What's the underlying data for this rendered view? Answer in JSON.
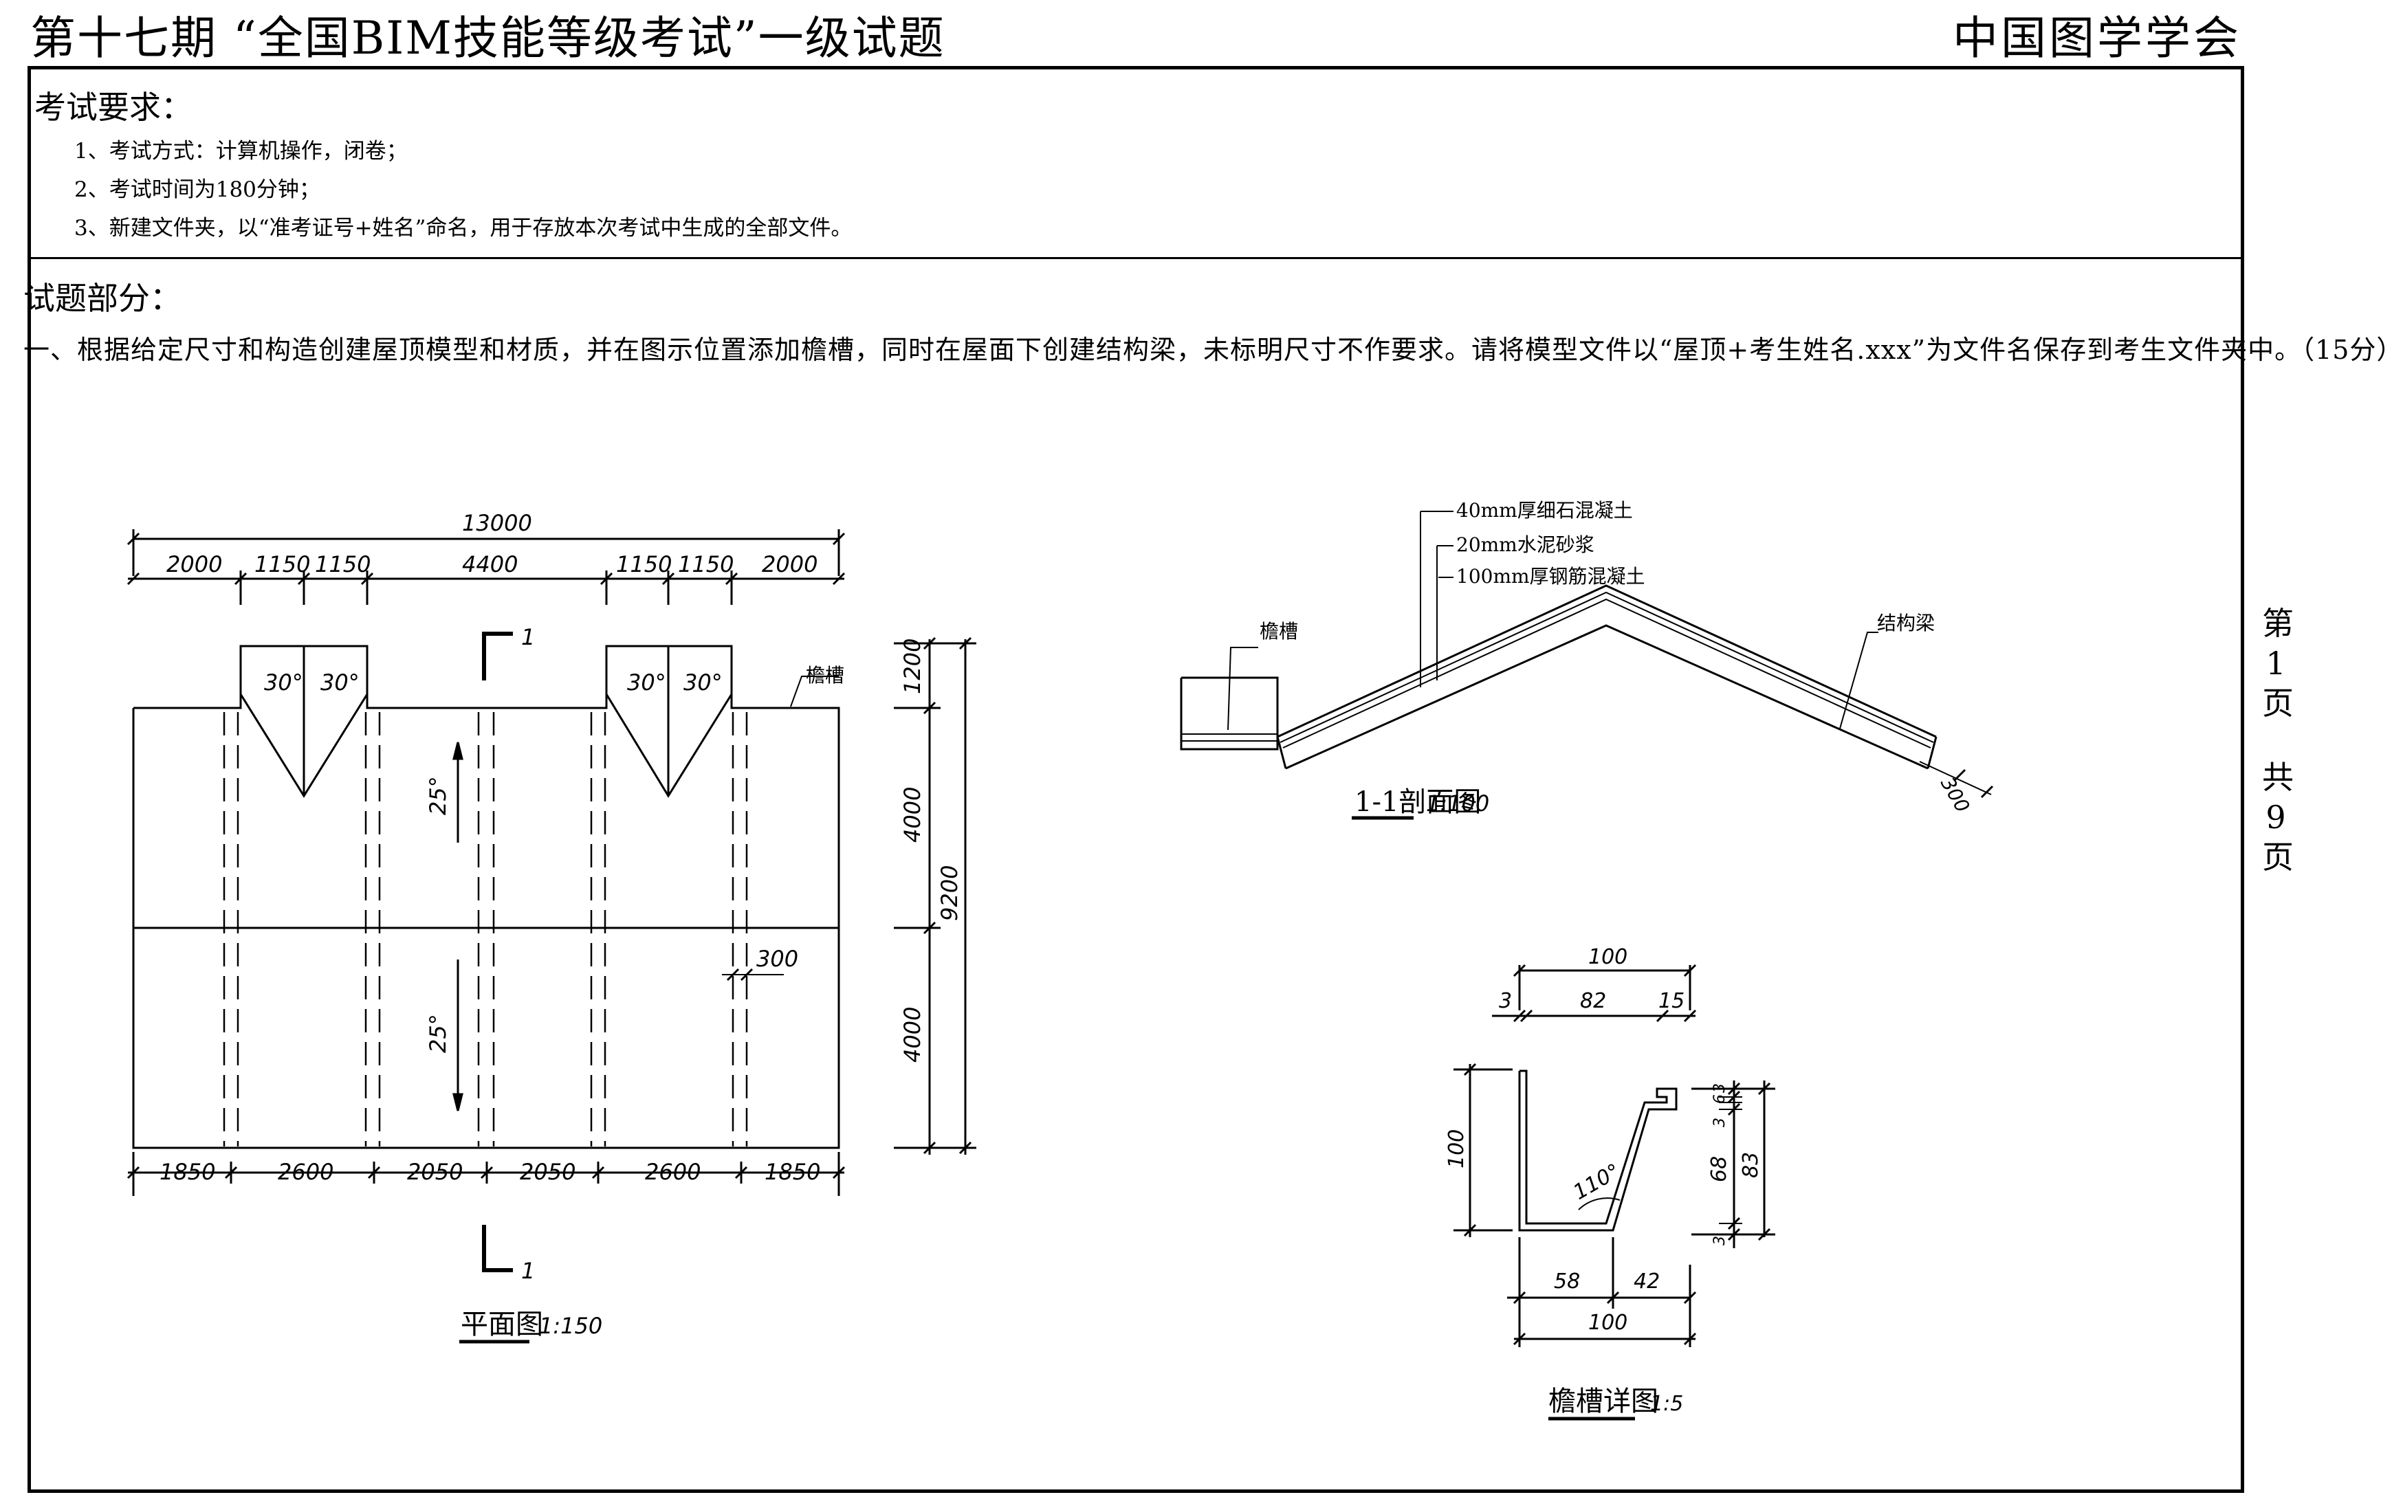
{
  "header": {
    "title": "第十七期 “全国BIM技能等级考试”一级试题",
    "org": "中国图学学会"
  },
  "requirements": {
    "title": "考试要求：",
    "items": [
      "1、考试方式：计算机操作，闭卷；",
      "2、考试时间为180分钟；",
      "3、新建文件夹，以“准考证号+姓名”命名，用于存放本次考试中生成的全部文件。"
    ]
  },
  "question": {
    "section_title": "试题部分：",
    "text": "一、根据给定尺寸和构造创建屋顶模型和材质，并在图示位置添加檐槽，同时在屋面下创建结构梁，未标明尺寸不作要求。请将模型文件以“屋顶+考生姓名.xxx”为文件名保存到考生文件夹中。（15分）"
  },
  "pager": {
    "chars": [
      "第",
      "1",
      "页",
      "共",
      "9",
      "页"
    ]
  },
  "plan": {
    "overall": "13000",
    "top_dims": [
      "2000",
      "1150",
      "1150",
      "4400",
      "1150",
      "1150",
      "2000"
    ],
    "bottom_dims": [
      "1850",
      "2600",
      "2050",
      "2050",
      "2600",
      "1850"
    ],
    "right_dims": [
      "1200",
      "4000",
      "4000"
    ],
    "total_right": "9200",
    "angles": [
      "30°",
      "30°",
      "30°",
      "30°"
    ],
    "slope": "25°",
    "beam_width": "300",
    "section_mark": "1",
    "gutter_label": "檐槽",
    "caption": "平面图",
    "scale": "1:150"
  },
  "section": {
    "layers": [
      "40mm厚细石混凝土",
      "20mm水泥砂浆",
      "100mm厚钢筋混凝土"
    ],
    "gutter_label": "檐槽",
    "beam_label": "结构梁",
    "beam_dim": "300",
    "caption": "1-1剖面图",
    "scale": "1:100"
  },
  "gutter_detail": {
    "top_total": "100",
    "top_parts": [
      "3",
      "82",
      "15"
    ],
    "height": "100",
    "right_parts": [
      "3",
      "6",
      "3",
      "68",
      "3"
    ],
    "right_total": "83",
    "angle": "110°",
    "bottom_parts": [
      "58",
      "42"
    ],
    "bottom_total": "100",
    "caption": "檐槽详图",
    "scale": "1:5"
  }
}
